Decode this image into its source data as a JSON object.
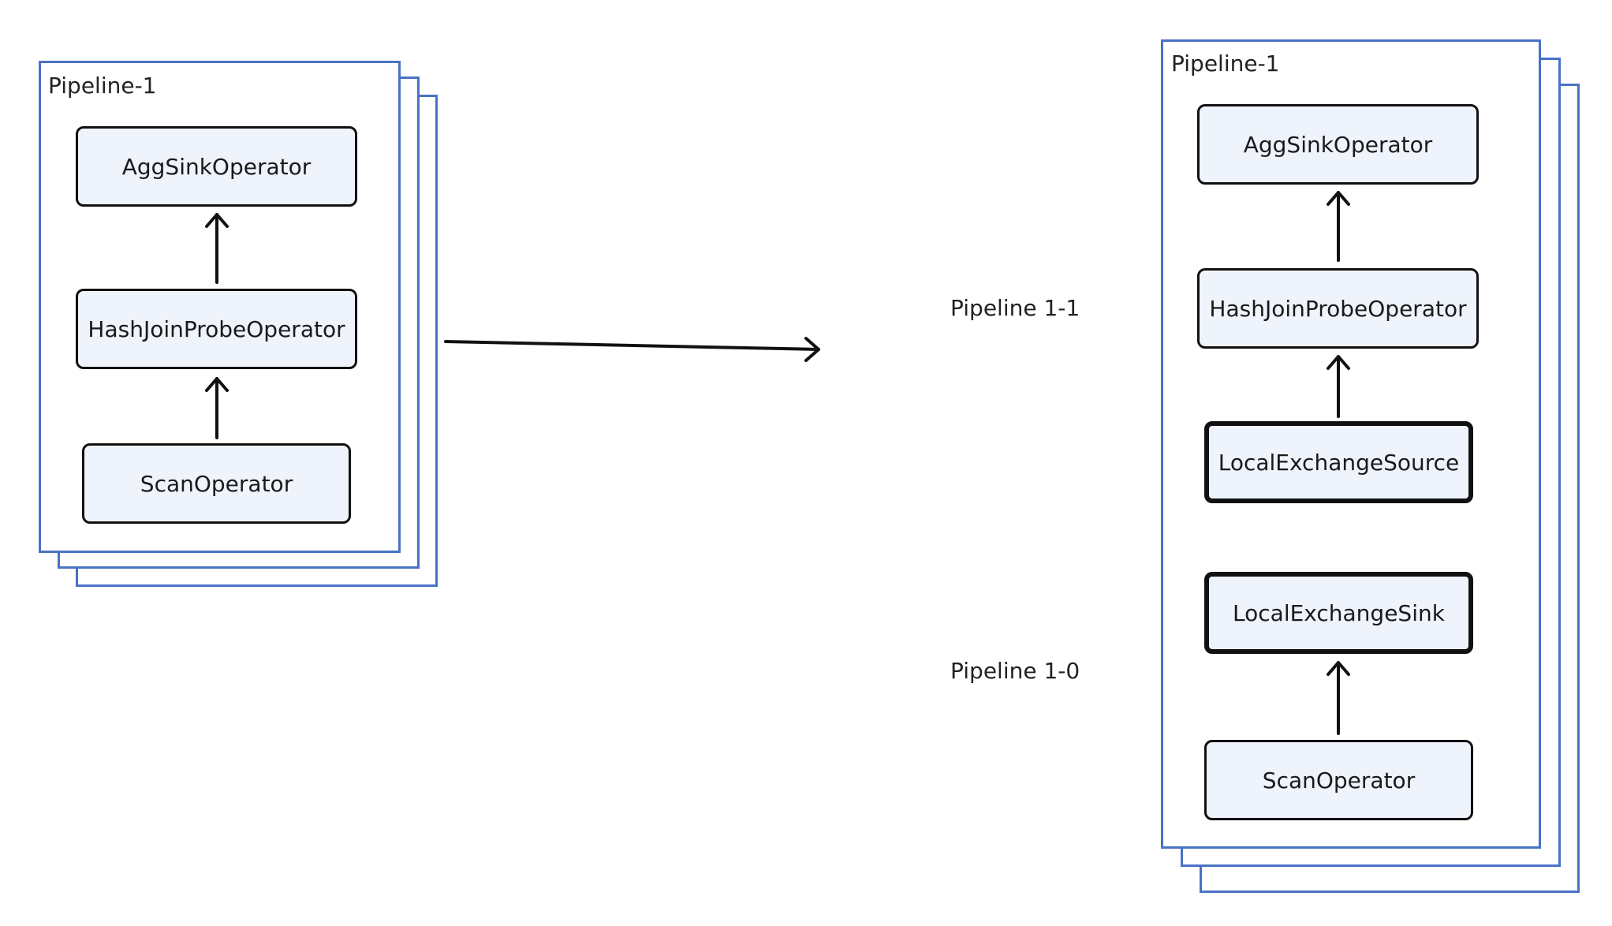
{
  "diagram": {
    "left": {
      "pipeline_title": "Pipeline-1",
      "operators": [
        {
          "label": "AggSinkOperator"
        },
        {
          "label": "HashJoinProbeOperator"
        },
        {
          "label": "ScanOperator"
        }
      ]
    },
    "right": {
      "pipeline_title": "Pipeline-1",
      "sub_pipeline_labels": {
        "top": "Pipeline 1-1",
        "bottom": "Pipeline 1-0"
      },
      "operators": [
        {
          "label": "AggSinkOperator"
        },
        {
          "label": "HashJoinProbeOperator"
        },
        {
          "label": "LocalExchangeSource"
        },
        {
          "label": "LocalExchangeSink"
        },
        {
          "label": "ScanOperator"
        }
      ]
    },
    "colors": {
      "frame_border": "#4a72c4",
      "box_fill": "#eef3fc",
      "box_border": "#111111"
    }
  }
}
